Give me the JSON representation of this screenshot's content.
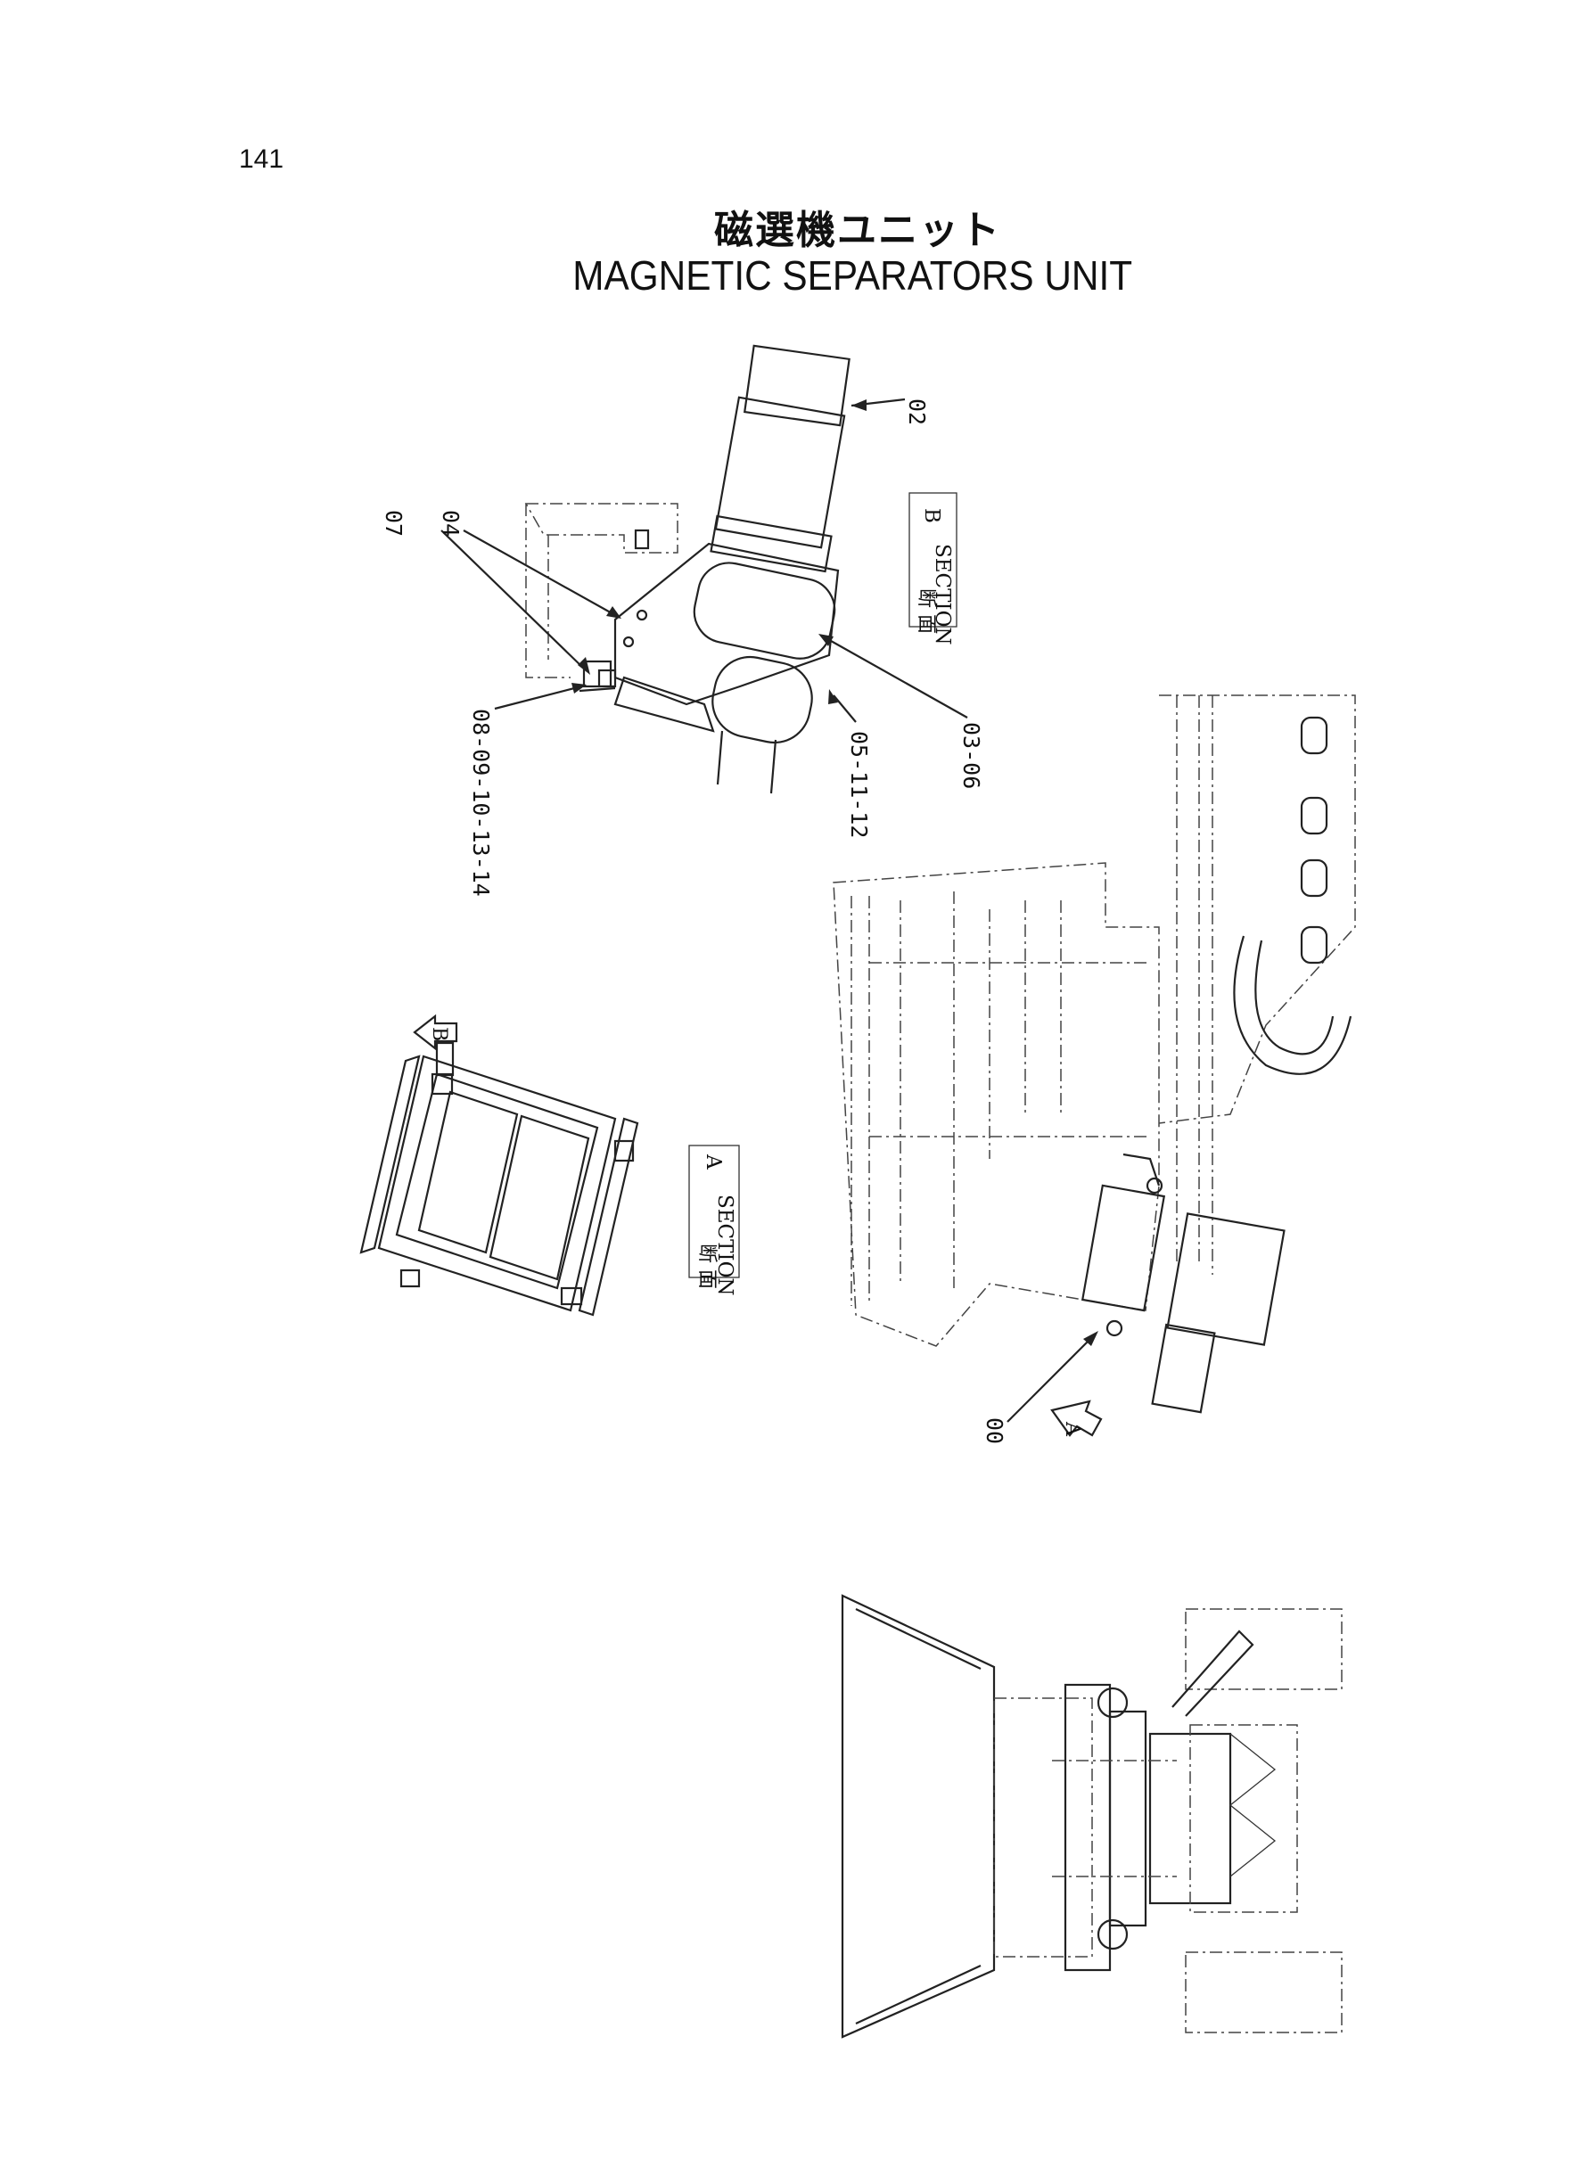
{
  "page": {
    "number": "141"
  },
  "title": {
    "japanese": "磁選機ユニット",
    "english": "MAGNETIC SEPARATORS UNIT"
  },
  "callouts": {
    "c02": "02",
    "c07": "07",
    "c04": "04",
    "c08": "08-09-10-13-14",
    "c05": "05-11-12",
    "c03": "03-06",
    "c00": "00"
  },
  "sections": {
    "a": {
      "jp": "断 面",
      "en": "SECTION",
      "letter": "A"
    },
    "b": {
      "jp": "断 面",
      "en": "SECTION",
      "letter": "B"
    }
  },
  "view_arrows": {
    "a": "A",
    "b": "B"
  }
}
